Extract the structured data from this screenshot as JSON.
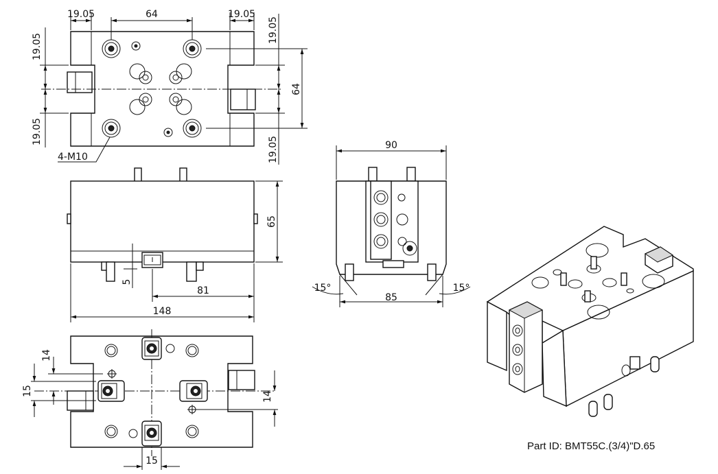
{
  "part_id": "Part ID: BMT55C.(3/4)\"D.65",
  "dimensions": {
    "top_left_19_05": "19.05",
    "top_64": "64",
    "top_right_19_05": "19.05",
    "left_19_05_upper": "19.05",
    "left_19_05_lower": "19.05",
    "right_19_05_upper": "19.05",
    "right_64": "64",
    "right_19_05_lower": "19.05",
    "thread": "4-M10",
    "front_height_65": "65",
    "front_5": "5",
    "front_81": "81",
    "front_148": "148",
    "side_90": "90",
    "side_85": "85",
    "side_angle_left": "15°",
    "side_angle_right": "15°",
    "bottom_14_left": "14",
    "bottom_15_left": "15",
    "bottom_14_right": "14",
    "bottom_15_bottom": "15"
  }
}
